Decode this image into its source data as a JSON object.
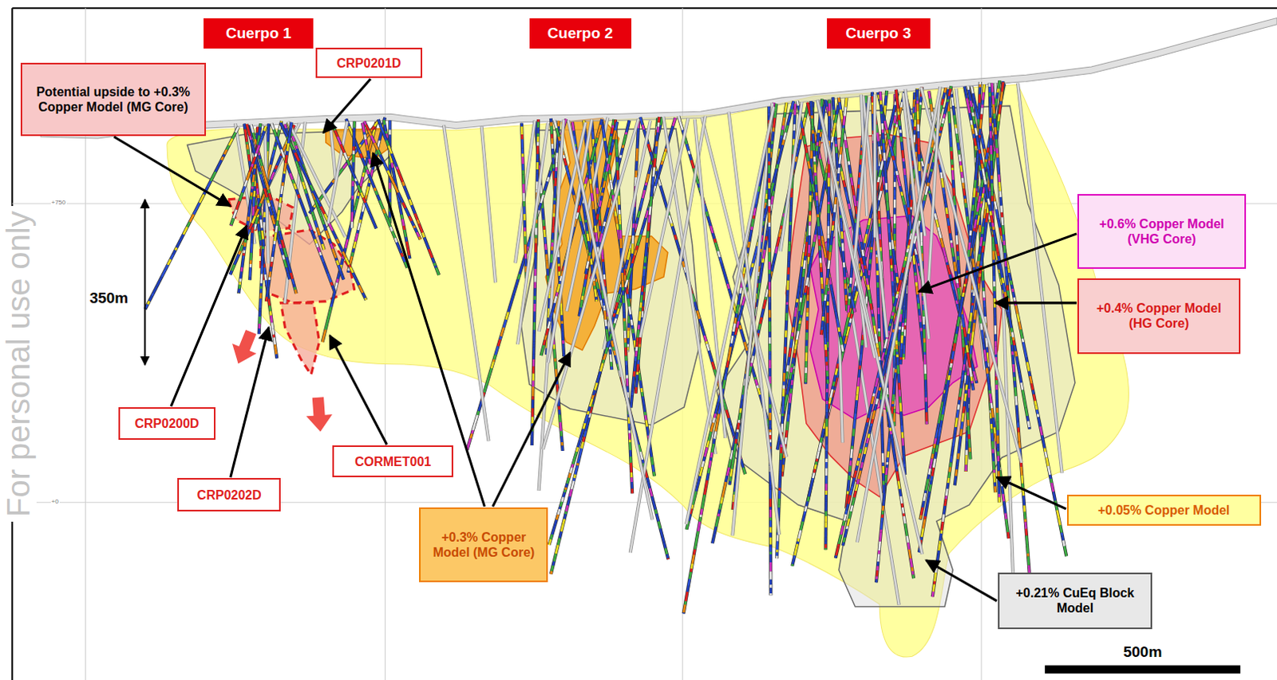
{
  "diagram": {
    "nodes": [
      {
        "text": [
          "Cuerpo 1"
        ]
      },
      {
        "text": [
          "Cuerpo 2"
        ]
      },
      {
        "text": [
          "Cuerpo 3"
        ]
      },
      {
        "text": [
          "Potential upside to +0.3% Copper Model (MG Core)"
        ]
      },
      {
        "text": [
          "CRP0201D"
        ]
      },
      {
        "text": [
          "+0.6% Copper Model (VHG Core)"
        ]
      },
      {
        "text": [
          "+0.4% Copper Model (HG Core)"
        ]
      },
      {
        "text": [
          "CRP0200D"
        ]
      },
      {
        "text": [
          "CORMET001"
        ]
      },
      {
        "text": [
          "CRP0202D"
        ]
      },
      {
        "text": [
          "+0.3% Copper Model (MG Core)"
        ]
      },
      {
        "text": [
          "+0.05% Copper Model"
        ]
      },
      {
        "text": [
          "+0.21% CuEq Block Model"
        ]
      }
    ],
    "labels": [
      "For personal use only",
      "+750",
      "350m",
      "+0",
      "500m"
    ]
  }
}
